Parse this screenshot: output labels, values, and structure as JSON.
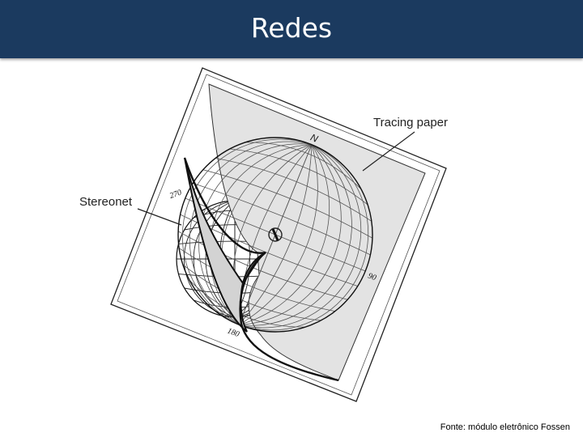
{
  "slide": {
    "title": "Redes",
    "caption": "Fonte: módulo eletrônico Fossen"
  },
  "diagram": {
    "labels": {
      "tracing_paper": "Tracing paper",
      "stereonet": "Stereonet",
      "north": "N",
      "deg_270": "270",
      "deg_90": "90",
      "deg_180": "180"
    },
    "colors": {
      "title_bar": "#1b3a5f",
      "tracing_paper": "#e3e3e3",
      "grid_lines": "#222222"
    }
  }
}
